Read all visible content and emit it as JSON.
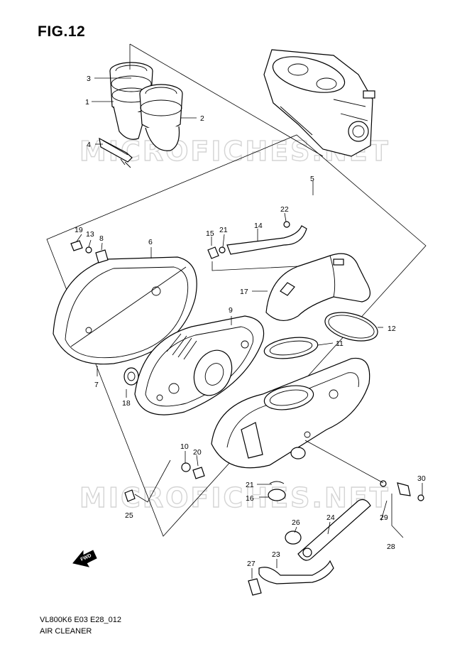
{
  "figure": {
    "title": "FIG.12",
    "code": "VL800K6 E03 E28_012",
    "caption": "AIR CLEANER"
  },
  "watermark": {
    "text": "MICROFICHES.NET"
  },
  "direction_marker": {
    "label": "FWD",
    "icon": "forward-arrow-icon"
  },
  "callouts": [
    {
      "id": "c1",
      "label": "1"
    },
    {
      "id": "c2",
      "label": "2"
    },
    {
      "id": "c3",
      "label": "3"
    },
    {
      "id": "c4",
      "label": "4"
    },
    {
      "id": "c5",
      "label": "5"
    },
    {
      "id": "c6",
      "label": "6"
    },
    {
      "id": "c7",
      "label": "7"
    },
    {
      "id": "c8",
      "label": "8"
    },
    {
      "id": "c9",
      "label": "9"
    },
    {
      "id": "c10",
      "label": "10"
    },
    {
      "id": "c11",
      "label": "11"
    },
    {
      "id": "c12",
      "label": "12"
    },
    {
      "id": "c13",
      "label": "13"
    },
    {
      "id": "c14",
      "label": "14"
    },
    {
      "id": "c15",
      "label": "15"
    },
    {
      "id": "c16",
      "label": "16"
    },
    {
      "id": "c17",
      "label": "17"
    },
    {
      "id": "c18",
      "label": "18"
    },
    {
      "id": "c19",
      "label": "19"
    },
    {
      "id": "c20",
      "label": "20"
    },
    {
      "id": "c21a",
      "label": "21"
    },
    {
      "id": "c21b",
      "label": "21"
    },
    {
      "id": "c22",
      "label": "22"
    },
    {
      "id": "c23",
      "label": "23"
    },
    {
      "id": "c24",
      "label": "24"
    },
    {
      "id": "c25",
      "label": "25"
    },
    {
      "id": "c26",
      "label": "26"
    },
    {
      "id": "c27",
      "label": "27"
    },
    {
      "id": "c28",
      "label": "28"
    },
    {
      "id": "c29",
      "label": "29"
    },
    {
      "id": "c30",
      "label": "30"
    }
  ]
}
